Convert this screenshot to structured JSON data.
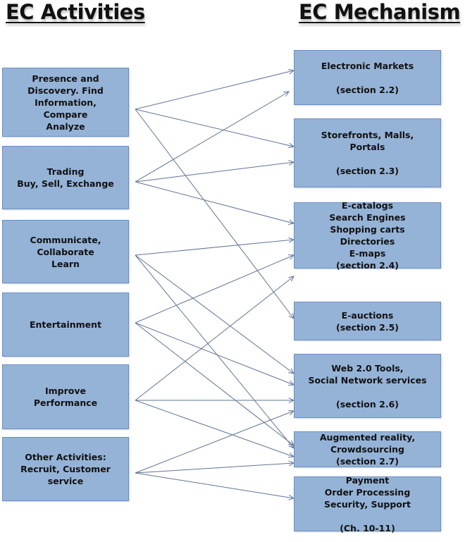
{
  "headers": {
    "left": "EC Activities",
    "right": "EC Mechanism"
  },
  "activities": [
    "Presence and\nDiscovery. Find\nInformation,\nCompare\nAnalyze",
    "Trading\nBuy, Sell, Exchange",
    "Communicate,\nCollaborate\nLearn",
    "Entertainment",
    "Improve\nPerformance",
    "Other Activities:\nRecruit, Customer\nservice"
  ],
  "mechanisms": [
    "Electronic Markets\n\n(section 2.2)",
    "Storefronts, Malls,\nPortals\n\n(section 2.3)",
    "E-catalogs\nSearch Engines\nShopping carts\nDirectories\nE-maps\n(section 2.4)",
    "E-auctions\n(section 2.5)",
    "Web 2.0 Tools,\nSocial Network services\n\n(section 2.6)",
    "Augmented reality,\nCrowdsourcing\n(section 2.7)",
    "Payment\nOrder Processing\nSecurity, Support\n\n(Ch. 10-11)"
  ],
  "colors": {
    "box": "#95b3d7",
    "line": "#5f7494"
  }
}
